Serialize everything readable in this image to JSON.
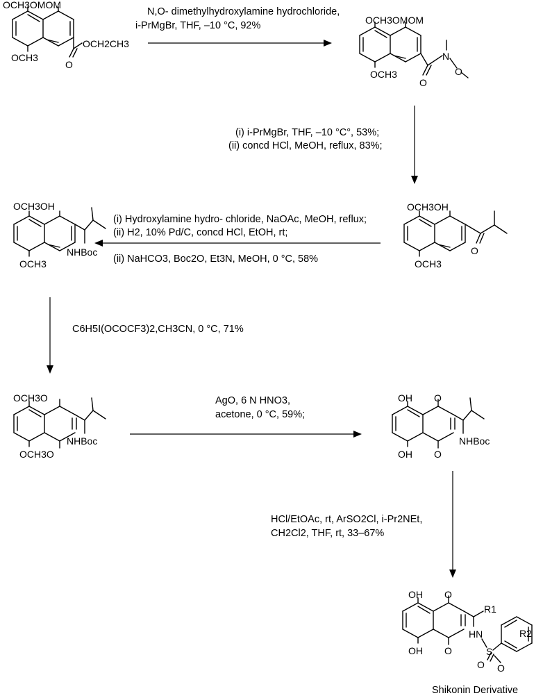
{
  "labels": {
    "och3_mom": "OCH3OMOM",
    "och3": "OCH3",
    "oh": "OH",
    "o": "O",
    "n": "N",
    "s": "S",
    "hn": "HN",
    "och3oh": "OCH3OH",
    "och3o": "OCH3O",
    "nhboc": "NHBoc",
    "ester": "OCH2CH3",
    "r1": "R1",
    "r2": "R2"
  },
  "steps": {
    "s1_l1": "N,O- dimethylhydroxylamine hydrochloride,",
    "s1_l2": "i-PrMgBr, THF, –10 °C, 92%",
    "s2_l1": "(i) i-PrMgBr, THF, –10 °C°, 53%;",
    "s2_l2": "(ii) concd HCl, MeOH, reflux, 83%;",
    "s3_l1": "(i) Hydroxylamine hydro- chloride, NaOAc, MeOH, reflux;",
    "s3_l2": "(ii) H2, 10% Pd/C, concd HCl, EtOH, rt;",
    "s3_l3": "(ii) NaHCO3, Boc2O, Et3N, MeOH, 0 °C, 58%",
    "s4": "C6H5I(OCOCF3)2,CH3CN, 0 °C, 71%",
    "s5_l1": "AgO, 6 N HNO3,",
    "s5_l2": "acetone, 0 °C, 59%;",
    "s6_l1": "HCl/EtOAc, rt, ArSO2Cl, i-Pr2NEt,",
    "s6_l2": "CH2Cl2, THF, rt, 33–67%"
  },
  "product_name": "Shikonin Derivative"
}
